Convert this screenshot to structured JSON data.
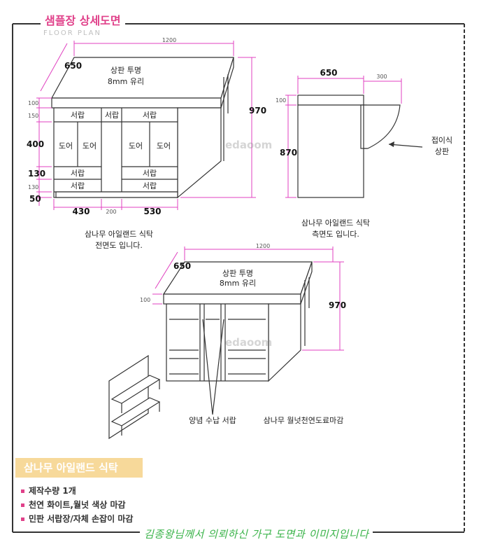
{
  "header": {
    "title": "샘플장 상세도면",
    "subtitle": "FLOOR PLAN"
  },
  "front_view": {
    "width_total": "1200",
    "depth": "650",
    "height_total": "970",
    "top_note_line1": "상판 투명",
    "top_note_line2": "8mm 유리",
    "dim_100": "100",
    "dim_150": "150",
    "dim_400": "400",
    "dim_130a": "130",
    "dim_130b": "130",
    "dim_50": "50",
    "dim_430": "430",
    "dim_200": "200",
    "dim_530": "530",
    "drawer": "서랍",
    "door": "도어",
    "caption_line1": "삼나무 아일랜드 식탁",
    "caption_line2": "전면도 입니다."
  },
  "side_view": {
    "depth": "650",
    "fold": "300",
    "dim_100": "100",
    "height": "870",
    "fold_label_line1": "접이식",
    "fold_label_line2": "상판",
    "caption_line1": "삼나무 아일랜드 식탁",
    "caption_line2": "측면도 입니다."
  },
  "back_view": {
    "width_total": "1200",
    "depth": "650",
    "height_total": "970",
    "dim_100": "100",
    "top_note_line1": "상판 투명",
    "top_note_line2": "8mm 유리",
    "drawer_label": "양념 수납 서랍",
    "finish_label": "삼나무 월넛천연도료마감"
  },
  "watermark": "edaoom",
  "product": {
    "badge": "삼나무 아일랜드 식탁",
    "specs": [
      "제작수량 1개",
      "천연 화이트,월넛 색상 마감",
      "민판 서랍장/자체 손잡이 마감"
    ]
  },
  "footer": "김종왕님께서 의뢰하신 가구 도면과 이미지입니다",
  "colors": {
    "accent": "#e0418a",
    "dimension": "#e040c0",
    "badge": "#f7d99a",
    "footer": "#3cb44b"
  }
}
